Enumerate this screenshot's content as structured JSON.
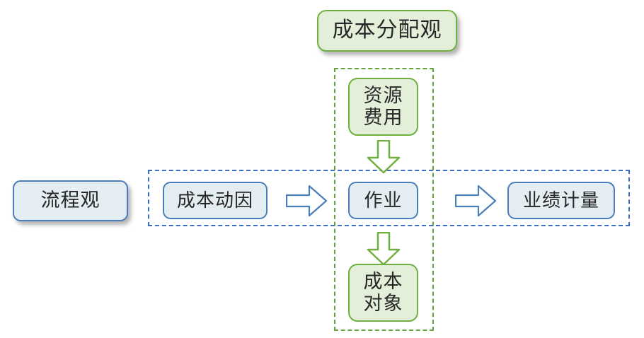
{
  "diagram": {
    "title_box": {
      "label": "成本分配观",
      "style": "green"
    },
    "process_view_box": {
      "label": "流程观",
      "style": "blue"
    },
    "vertical_nodes": [
      {
        "label": "资源\n费用",
        "style": "green"
      },
      {
        "label": "成本\n对象",
        "style": "green"
      }
    ],
    "horizontal_nodes": [
      {
        "label": "成本动因",
        "style": "blue"
      },
      {
        "label": "作业",
        "style": "blue"
      },
      {
        "label": "业绩计量",
        "style": "blue"
      }
    ],
    "center_node": {
      "label": "作业",
      "style": "blue"
    },
    "arrows": [
      {
        "name": "resource-to-activity",
        "direction": "down",
        "color": "#6FB03F"
      },
      {
        "name": "activity-to-cost-object",
        "direction": "down",
        "color": "#6FB03F"
      },
      {
        "name": "cost-driver-to-activity",
        "direction": "right",
        "color": "#4A7EBB"
      },
      {
        "name": "activity-to-performance",
        "direction": "right",
        "color": "#4A7EBB"
      }
    ],
    "containers": [
      {
        "name": "process-view-container",
        "style": "blue-dashed"
      },
      {
        "name": "cost-allocation-container",
        "style": "green-dashed"
      }
    ],
    "colors": {
      "green_border": "#6FB03F",
      "green_fill": "#E3EFD9",
      "green_dash": "#63A33D",
      "blue_border": "#4A7EBB",
      "blue_fill": "#E4EDF2",
      "blue_dash": "#3B6FBF",
      "text": "#262626",
      "background": "#FFFFFF"
    }
  }
}
